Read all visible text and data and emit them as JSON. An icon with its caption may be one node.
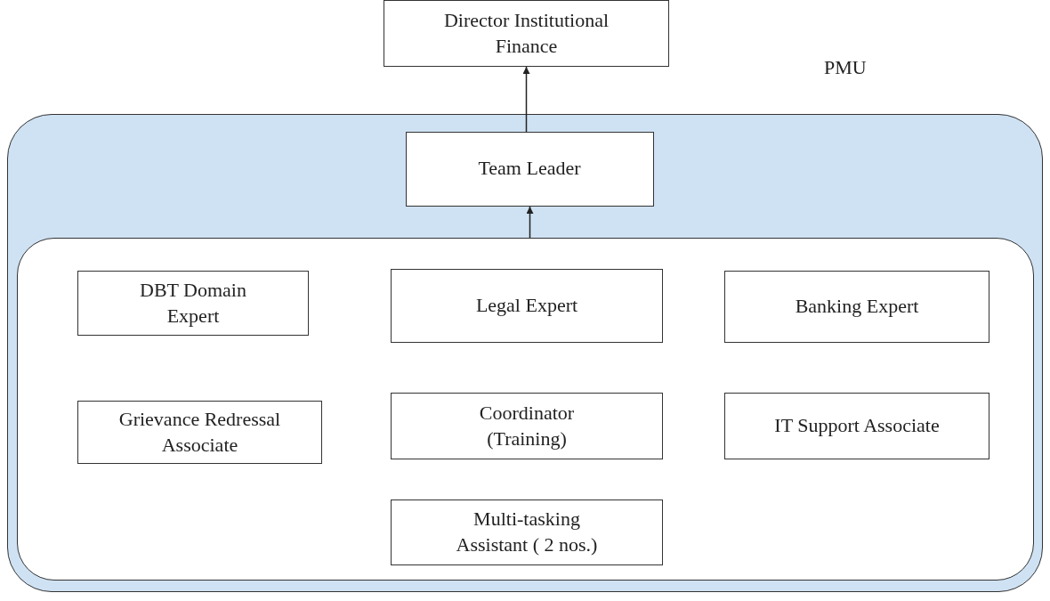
{
  "diagram": {
    "nodes": [
      {
        "text": [
          "Director Institutional Finance"
        ]
      },
      {
        "text": [
          "PMU"
        ]
      },
      {
        "text": [
          "Team Leader"
        ],
        "in": 1
      },
      {
        "text": [],
        "shape": "box",
        "in": 1
      },
      {
        "text": [
          "DBT Domain Expert"
        ],
        "in": 3
      },
      {
        "text": [
          "Legal Expert"
        ],
        "in": 3
      },
      {
        "text": [
          "Banking Expert"
        ],
        "in": 3
      },
      {
        "text": [
          "Grievance Redressal Associate"
        ],
        "in": 3
      },
      {
        "text": [
          "Coordinator (Training)"
        ],
        "in": 3
      },
      {
        "text": [
          "IT Support Associate"
        ],
        "in": 3
      },
      {
        "text": [
          "Multi-tasking Assistant ( 2 nos.)"
        ],
        "in": 3
      }
    ],
    "edges": [
      {
        "from": 3,
        "to": 2,
        "arrow": "to"
      },
      {
        "from": 2,
        "to": 0,
        "arrow": "to"
      }
    ]
  }
}
